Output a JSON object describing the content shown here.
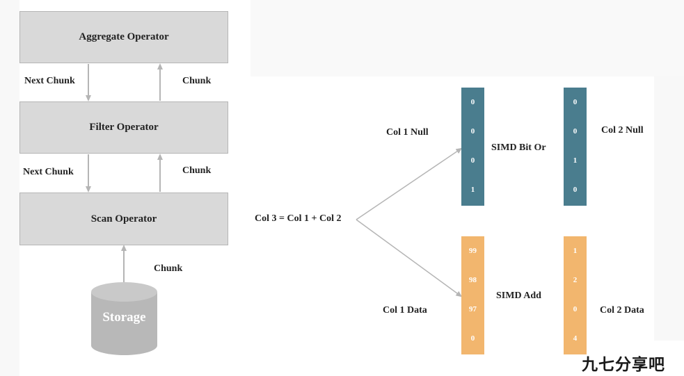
{
  "operators": {
    "aggregate": "Aggregate Operator",
    "filter": "Filter Operator",
    "scan": "Scan Operator"
  },
  "flow_labels": {
    "next_chunk_1": "Next Chunk",
    "chunk_1": "Chunk",
    "next_chunk_2": "Next Chunk",
    "chunk_2": "Chunk",
    "chunk_3": "Chunk"
  },
  "storage": "Storage",
  "expression": "Col 3 = Col 1 + Col 2",
  "columns": {
    "col1_null": {
      "label": "Col 1 Null",
      "values": [
        "0",
        "0",
        "0",
        "1"
      ]
    },
    "col2_null": {
      "label": "Col 2 Null",
      "values": [
        "0",
        "0",
        "1",
        "0"
      ]
    },
    "col1_data": {
      "label": "Col 1 Data",
      "values": [
        "99",
        "98",
        "97",
        "0"
      ]
    },
    "col2_data": {
      "label": "Col 2 Data",
      "values": [
        "1",
        "2",
        "0",
        "4"
      ]
    }
  },
  "ops": {
    "simd_bit_or": "SIMD Bit Or",
    "simd_add": "SIMD Add"
  },
  "colors": {
    "null_column": "#4a7d8e",
    "data_column": "#f2b66e",
    "operator_box": "#d9d9d9",
    "storage": "#b8b8b8",
    "arrow": "#b5b5b5"
  },
  "watermark_logo": "九七分享吧"
}
